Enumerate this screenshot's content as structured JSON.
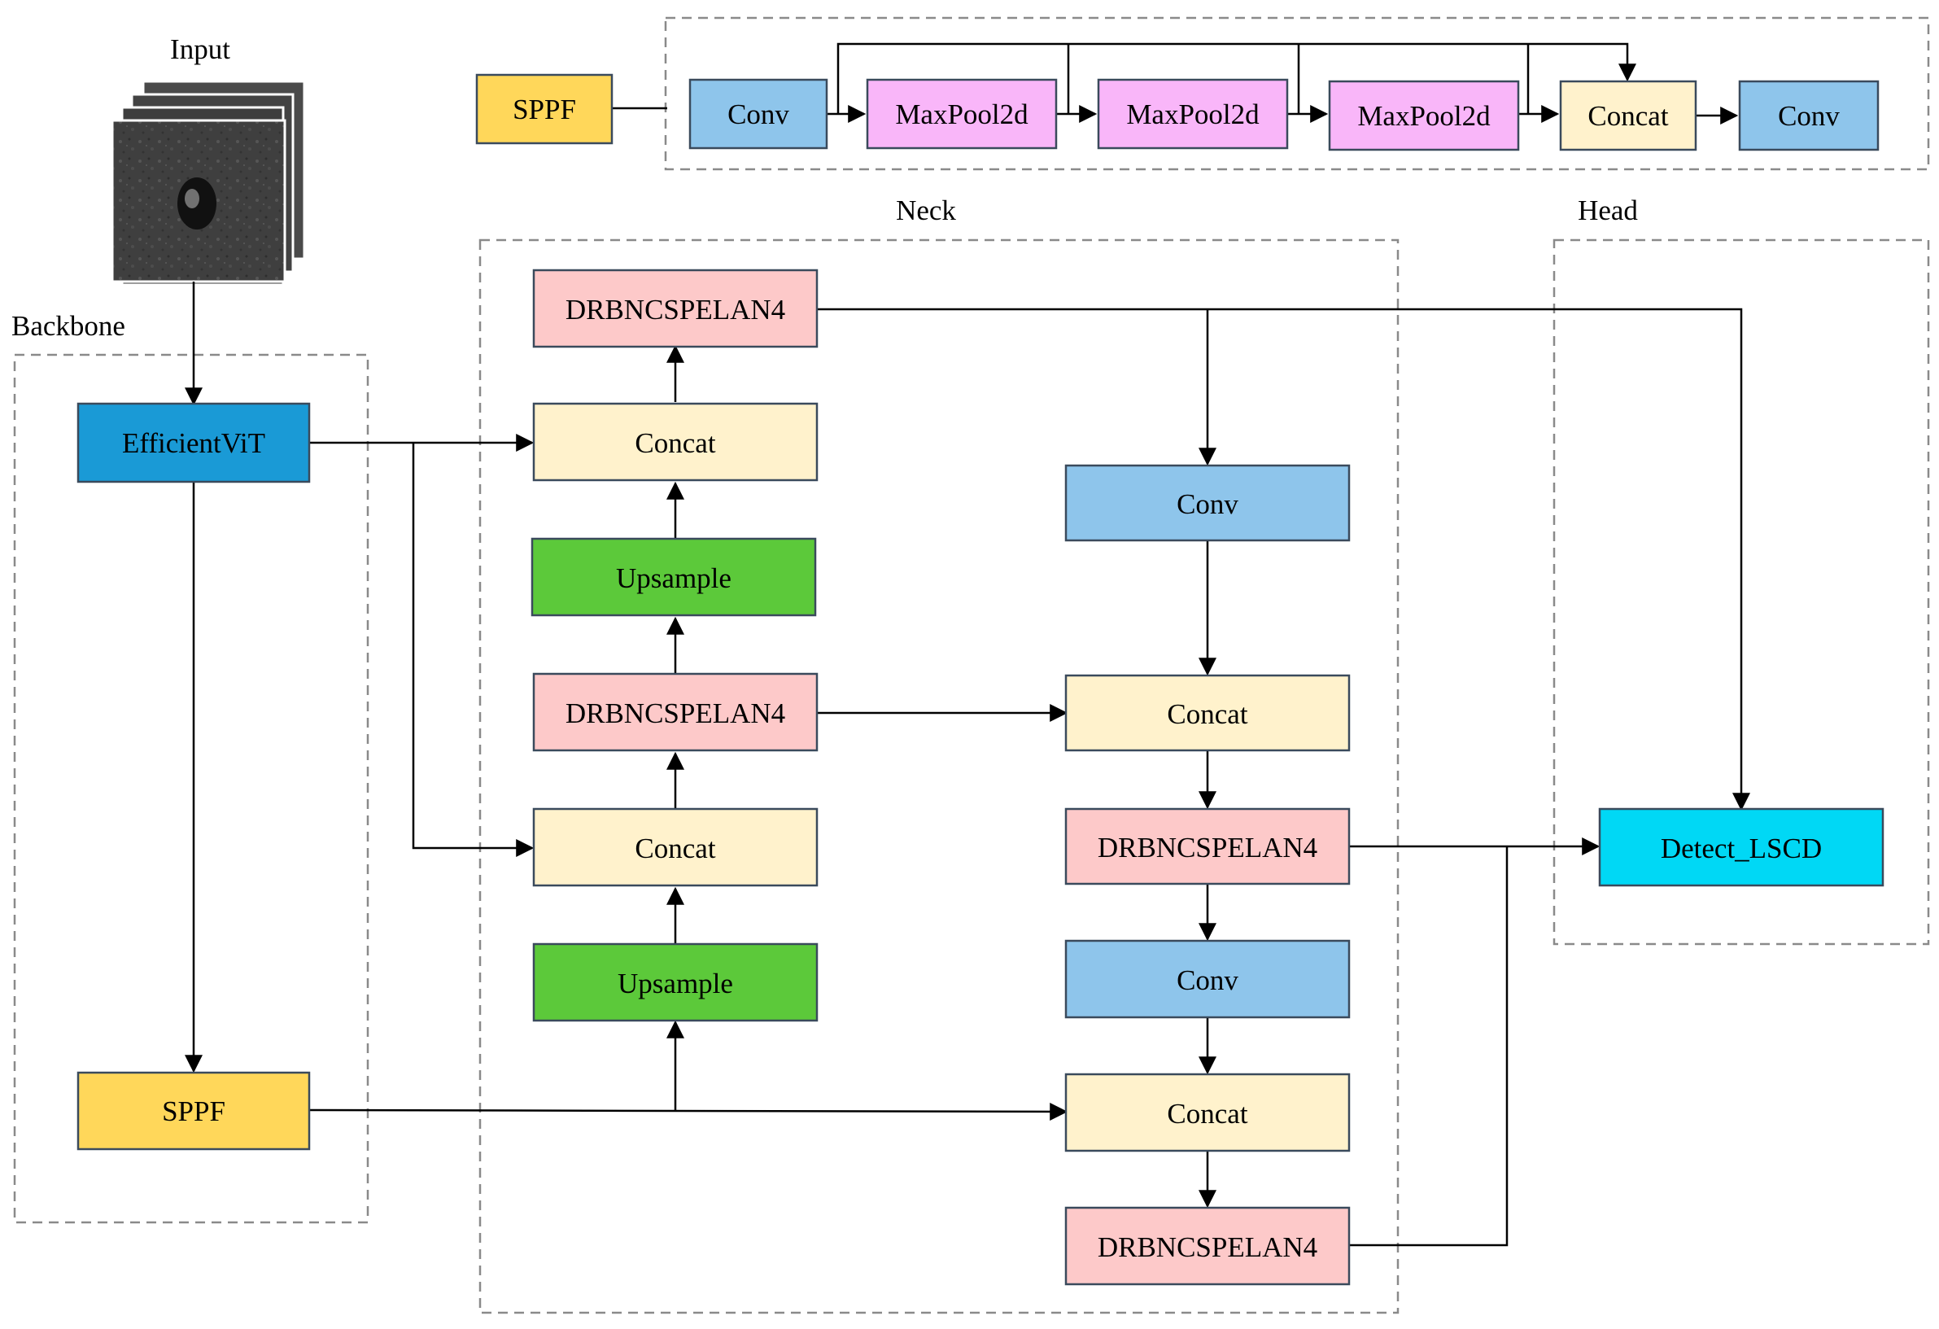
{
  "colors": {
    "sppf": "#FFD75A",
    "conv": "#8EC5EB",
    "maxpool": "#F9B6F9",
    "concat": "#FFF2CC",
    "drb": "#FDC9C9",
    "upsample": "#5CC93A",
    "efficientvit": "#1A9AD6",
    "detect": "#00D8F5"
  },
  "sections": {
    "input": "Input",
    "backbone": "Backbone",
    "neck": "Neck",
    "head": "Head"
  },
  "nodes": {
    "sppf_legend": "SPPF",
    "sppf_conv1": "Conv",
    "sppf_maxpool1": "MaxPool2d",
    "sppf_maxpool2": "MaxPool2d",
    "sppf_maxpool3": "MaxPool2d",
    "sppf_concat": "Concat",
    "sppf_conv2": "Conv",
    "efficientvit": "EfficientViT",
    "backbone_sppf": "SPPF",
    "neck_drb_top": "DRBNCSPELAN4",
    "neck_concat_top": "Concat",
    "neck_upsample_top": "Upsample",
    "neck_drb_mid": "DRBNCSPELAN4",
    "neck_concat_mid": "Concat",
    "neck_upsample_bottom": "Upsample",
    "neck_conv_right_top": "Conv",
    "neck_concat_right_top": "Concat",
    "neck_drb_right_mid": "DRBNCSPELAN4",
    "neck_conv_right_bottom": "Conv",
    "neck_concat_right_bottom": "Concat",
    "neck_drb_right_bottom": "DRBNCSPELAN4",
    "detect": "Detect_LSCD"
  }
}
